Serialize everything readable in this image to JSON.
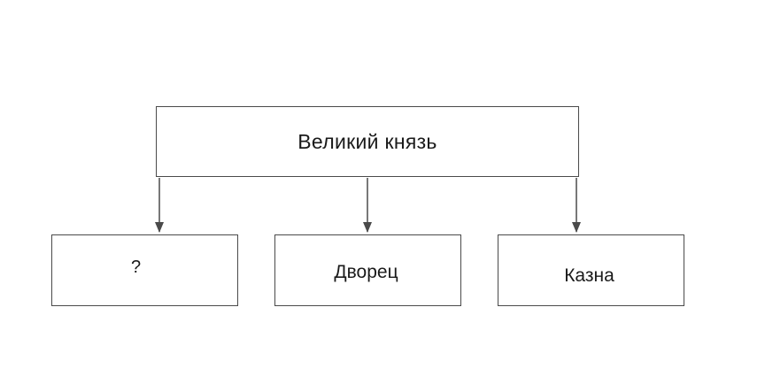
{
  "diagram": {
    "root": {
      "label": "Великий князь"
    },
    "children": [
      {
        "label": "?"
      },
      {
        "label": "Дворец"
      },
      {
        "label": "Казна"
      }
    ],
    "colors": {
      "stroke": "#4a4a4a",
      "text": "#1a1a1a",
      "background": "#ffffff"
    }
  }
}
